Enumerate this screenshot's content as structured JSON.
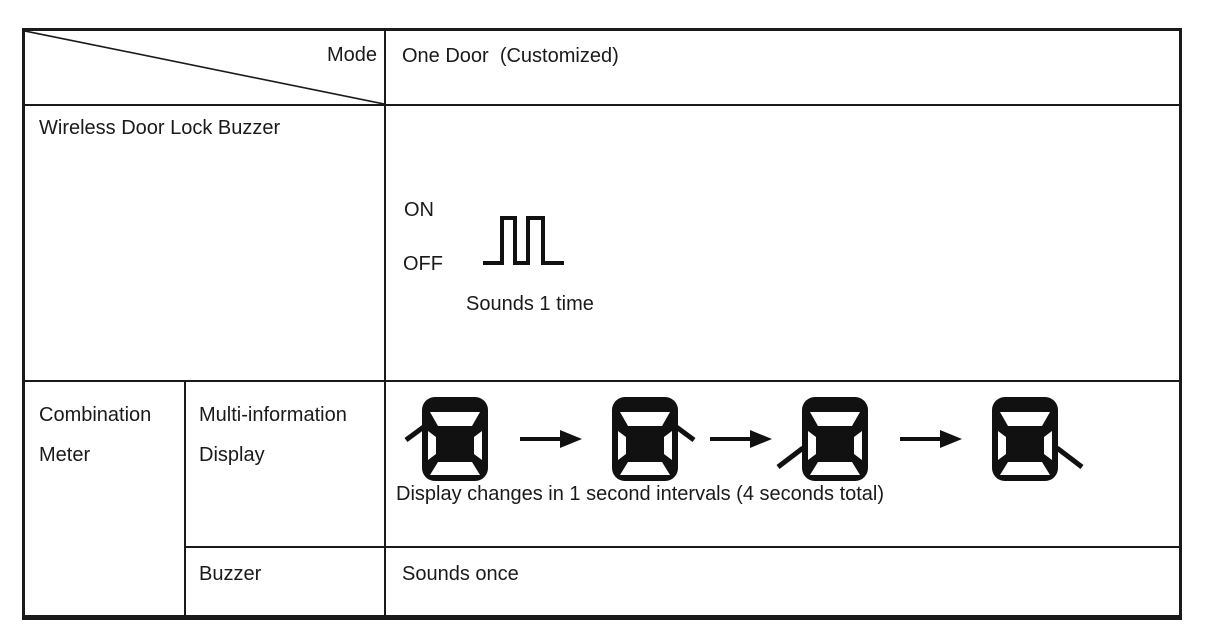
{
  "header": {
    "mode_label": "Mode",
    "mode_value": "One Door  (Customized)"
  },
  "wireless_buzzer": {
    "label": "Wireless Door Lock Buzzer",
    "signal": {
      "on_label": "ON",
      "off_label": "OFF",
      "pulse_count": 2,
      "caption": "Sounds 1 time"
    }
  },
  "combination_meter": {
    "label": "Combination Meter",
    "multi_information_display": {
      "label": "Multi-information Display",
      "sequence": {
        "steps": [
          "front-left-door-open",
          "front-right-door-open",
          "rear-left-door-open",
          "rear-right-door-open"
        ],
        "interval": "1 second",
        "total": "4 seconds",
        "caption": "Display changes in 1 second intervals (4 seconds total)"
      }
    },
    "buzzer": {
      "label": "Buzzer",
      "value": "Sounds once"
    }
  },
  "colors": {
    "ink": "#1a1a1a",
    "background": "#ffffff"
  }
}
